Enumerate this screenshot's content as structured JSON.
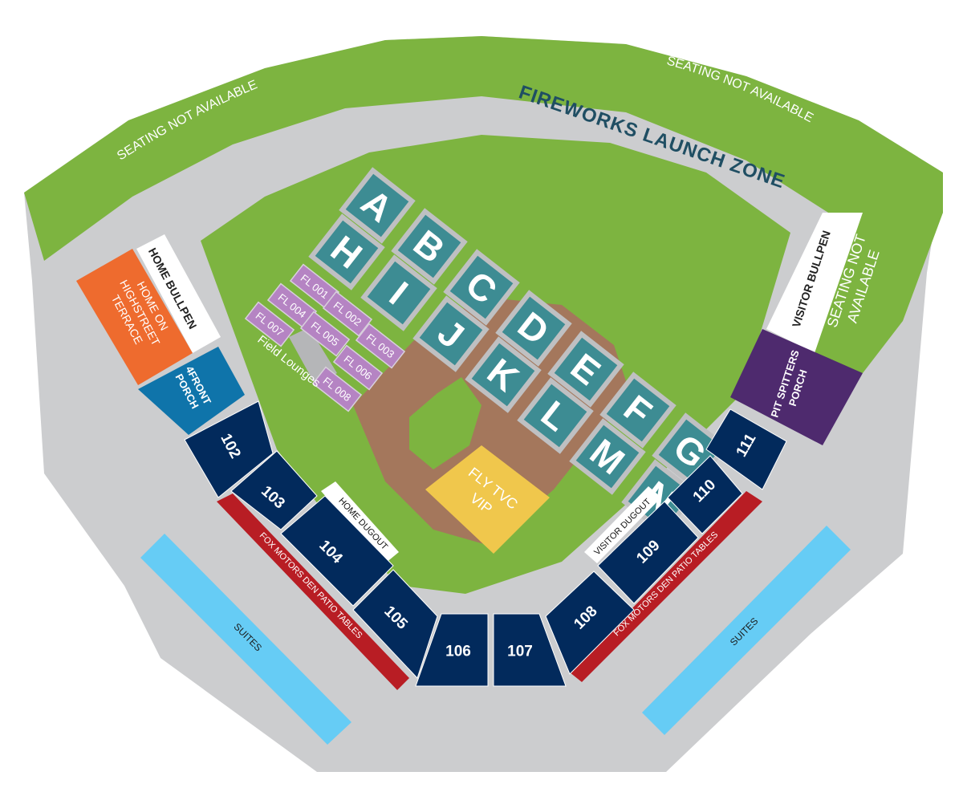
{
  "labels": {
    "seating_left": "SEATING NOT AVAILABLE",
    "seating_right": "SEATING NOT AVAILABLE",
    "seating_side_line1": "SEATING NOT",
    "seating_side_line2": "AVAILABLE",
    "fireworks": "FIREWORKS LAUNCH ZONE",
    "home_bullpen": "HOME BULLPEN",
    "visitor_bullpen": "VISITOR BULLPEN",
    "terrace_line1": "HOME ON",
    "terrace_line2": "HIGHSTREET",
    "terrace_line3": "TERRACE",
    "porch_line1": "4FRONT",
    "porch_line2": "PORCH",
    "pit_line1": "PIT SPITTERS",
    "pit_line2": "PORCH",
    "field_lounges": "Field Lounges",
    "vip_line1": "FLY TVC",
    "vip_line2": "VIP",
    "home_dugout": "HOME DUGOUT",
    "visitor_dugout": "VISITOR DUGOUT",
    "patio_left": "FOX MOTORS DEN PATIO TABLES",
    "patio_right": "FOX MOTORS DEN PATIO TABLES",
    "suites_left": "SUITES",
    "suites_right": "SUITES"
  },
  "field_boxes": [
    "A",
    "B",
    "C",
    "D",
    "E",
    "F",
    "G",
    "H",
    "I",
    "J",
    "K",
    "L",
    "M",
    "N"
  ],
  "field_lounges": [
    "FL 001",
    "FL 002",
    "FL 003",
    "FL 004",
    "FL 005",
    "FL 006",
    "FL 007",
    "FL 008"
  ],
  "sections": [
    "102",
    "103",
    "104",
    "105",
    "106",
    "107",
    "108",
    "109",
    "110",
    "111"
  ],
  "colors": {
    "grass": "#7db440",
    "concourse": "#cccdcf",
    "box": "#3d8c93",
    "lounge": "#b584c3",
    "section": "#022a5c",
    "patio": "#b81d24",
    "suites": "#66ccf5",
    "terrace": "#ee6b2e",
    "porch": "#0f74aa",
    "pit_porch": "#4e2a6e",
    "vip": "#f0c74c",
    "dirt": "#a4775c",
    "fireworks_text": "#1f4e63"
  }
}
